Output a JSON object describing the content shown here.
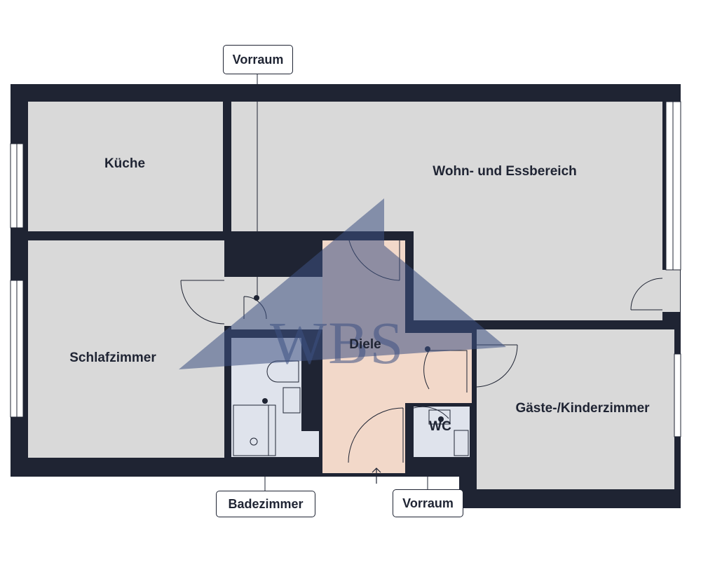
{
  "rooms": {
    "kueche": "Küche",
    "wohn": "Wohn- und Essbereich",
    "schlaf": "Schlafzimmer",
    "diele": "Diele",
    "wc": "WC",
    "gaeste": "Gäste-/Kinderzimmer"
  },
  "callouts": {
    "vorraum_top": "Vorraum",
    "badezimmer": "Badezimmer",
    "vorraum_bottom": "Vorraum"
  },
  "watermark": {
    "text": "WBS"
  },
  "colors": {
    "wall": "#1f2433",
    "floor": "#d9d9d9",
    "hall_floor": "#f2d8c9",
    "wet_floor": "#dfe3ec",
    "watermark": "#3c5082"
  }
}
